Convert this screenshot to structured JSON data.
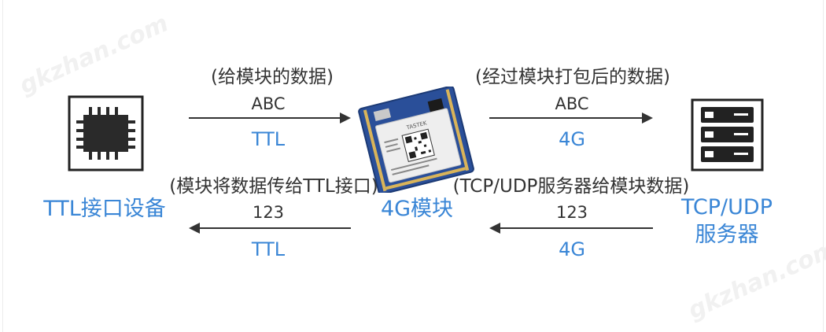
{
  "colors": {
    "accent": "#3a86d6",
    "text": "#333333",
    "board": "#2a4f99"
  },
  "watermark": "gkzhan.com",
  "nodes": {
    "ttl_device": {
      "label": "TTL接口设备",
      "icon": "chip-icon"
    },
    "module": {
      "label": "4G模块",
      "icon": "4g-module-board-icon",
      "board_text": "TASTEK"
    },
    "server": {
      "label_line1": "TCP/UDP",
      "label_line2": "服务器",
      "icon": "server-rack-icon"
    }
  },
  "flows": {
    "device_to_module": {
      "caption": "(给模块的数据)",
      "data": "ABC",
      "protocol": "TTL"
    },
    "module_to_server": {
      "caption": "(经过模块打包后的数据)",
      "data": "ABC",
      "protocol": "4G"
    },
    "module_to_device": {
      "caption": "(模块将数据传给TTL接口)",
      "data": "123",
      "protocol": "TTL"
    },
    "server_to_module": {
      "caption": "(TCP/UDP服务器给模块数据)",
      "data": "123",
      "protocol": "4G"
    }
  }
}
